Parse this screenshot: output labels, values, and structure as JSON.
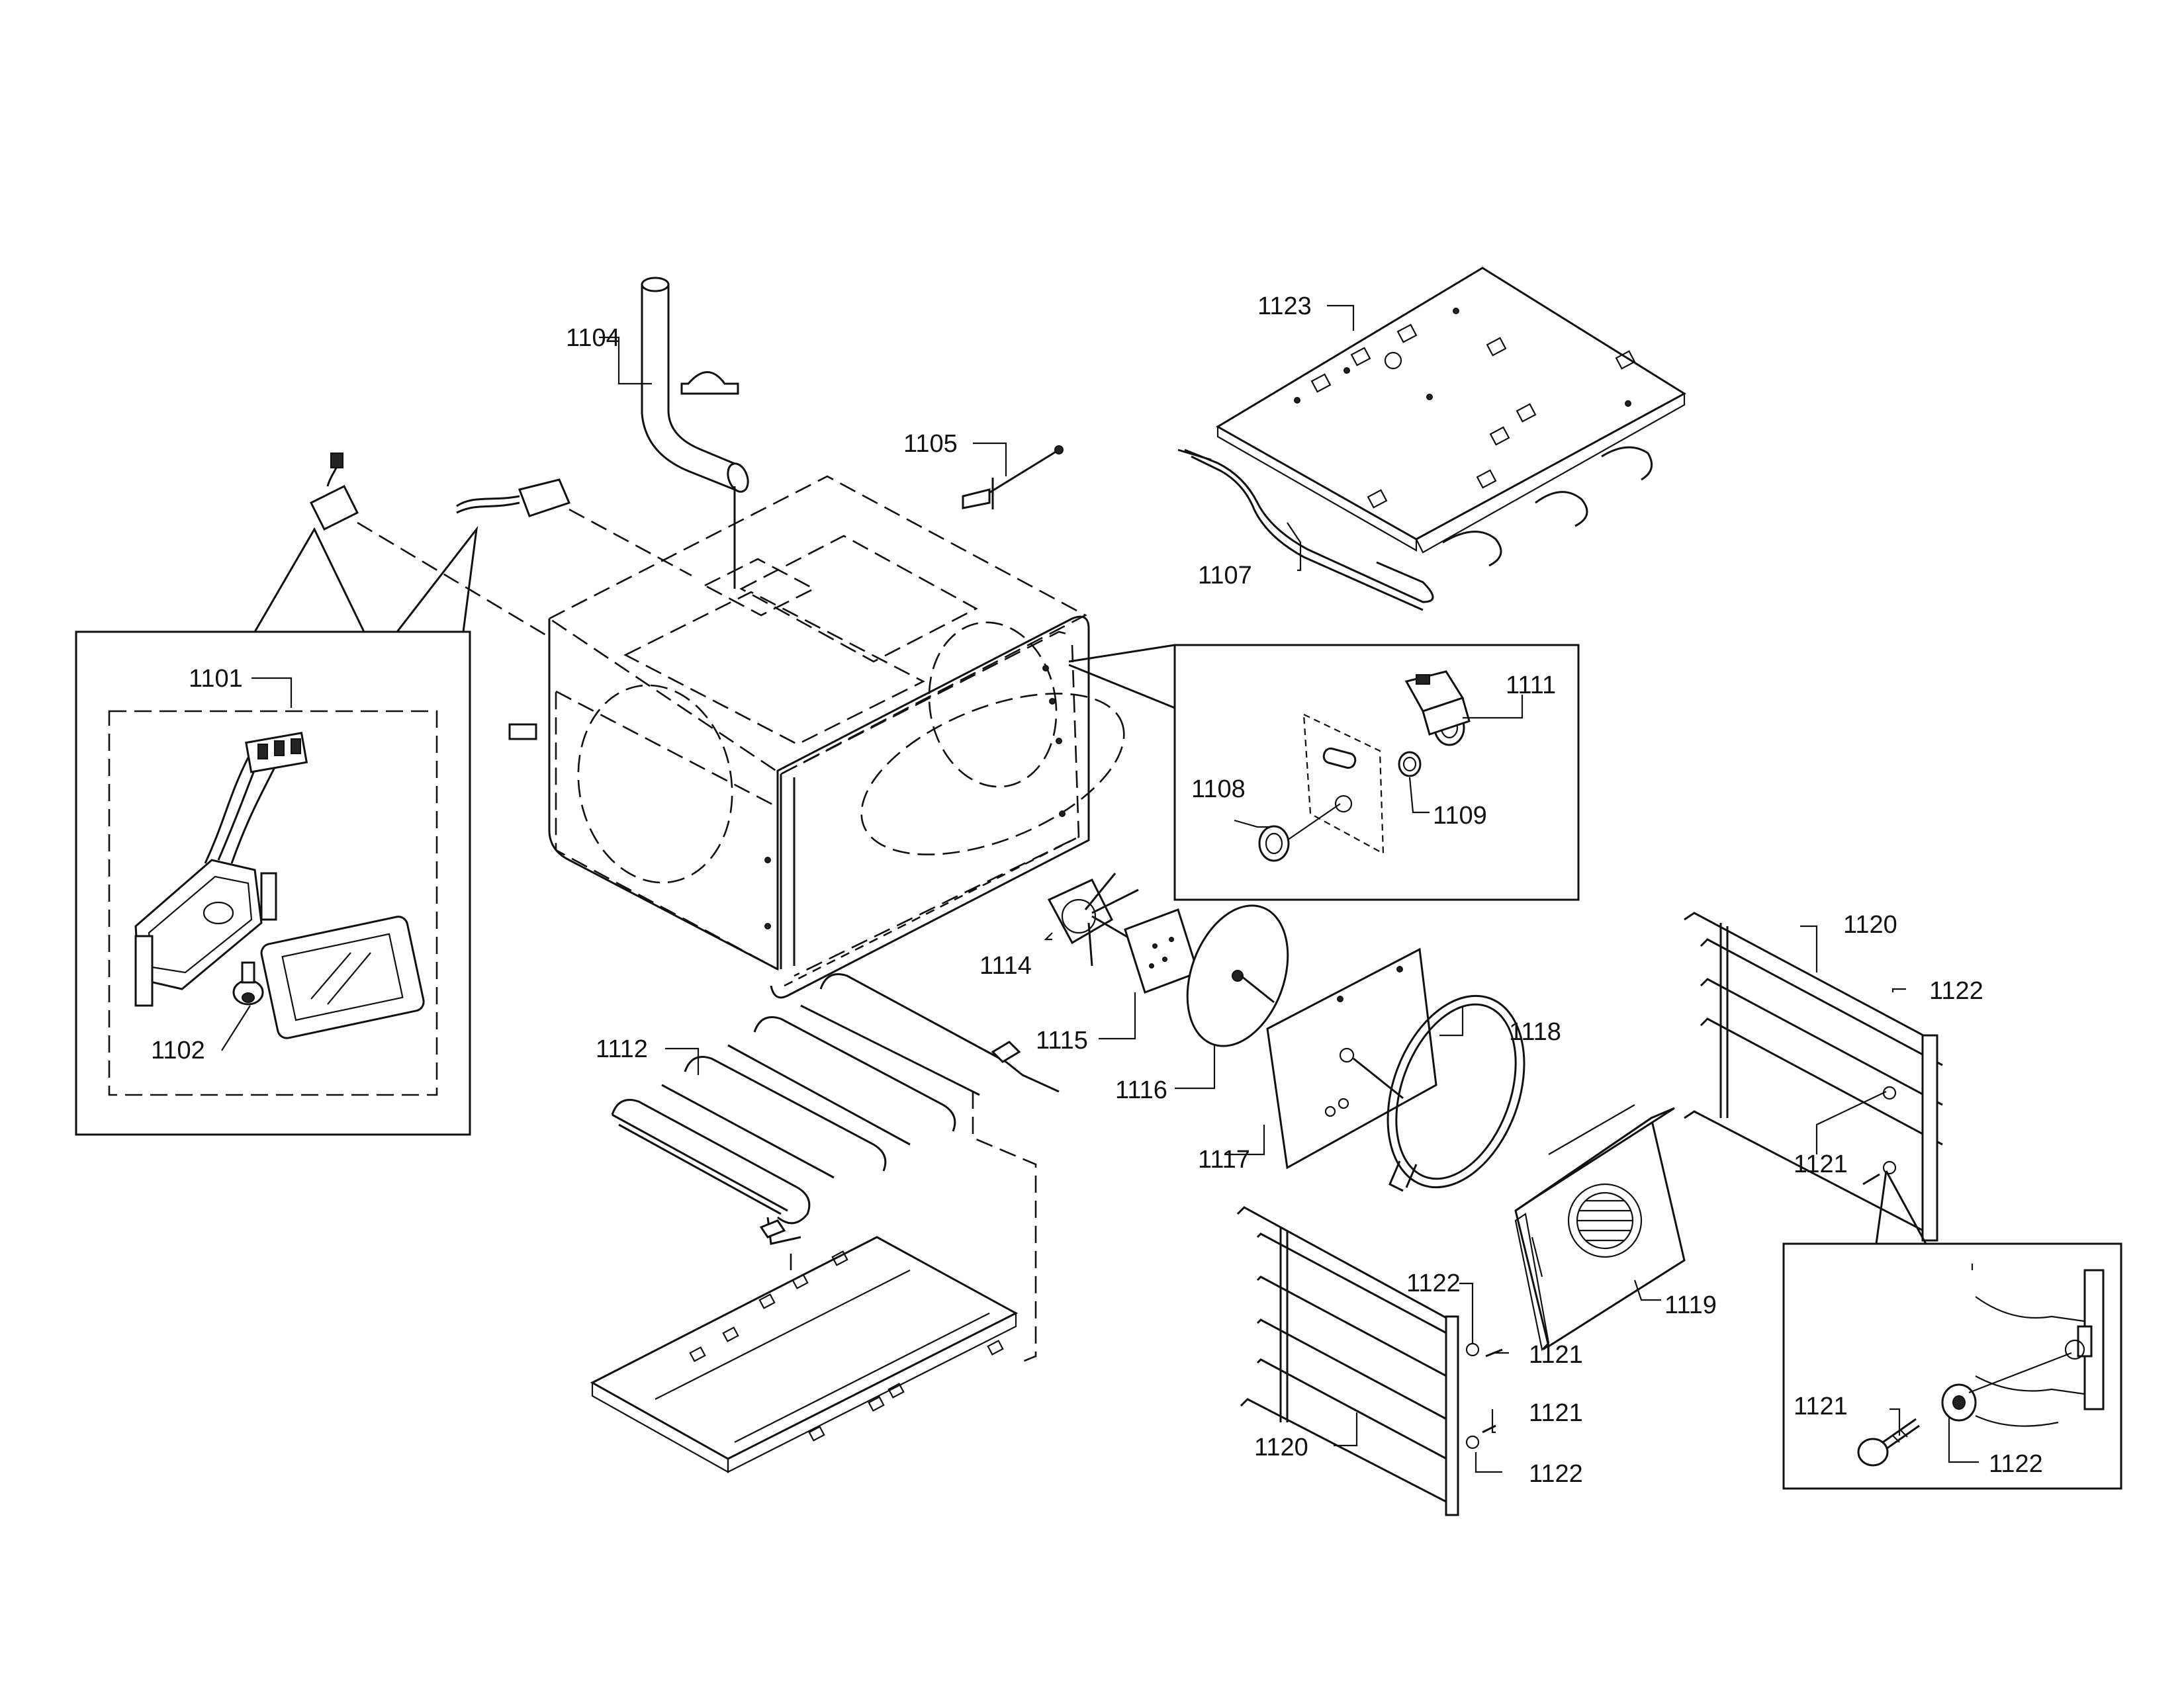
{
  "labels": {
    "l1101": "1101",
    "l1102": "1102",
    "l1104": "1104",
    "l1105": "1105",
    "l1107": "1107",
    "l1108": "1108",
    "l1109": "1109",
    "l1111": "1111",
    "l1112": "1112",
    "l1114": "1114",
    "l1115": "1115",
    "l1116": "1116",
    "l1117": "1117",
    "l1118": "1118",
    "l1119": "1119",
    "l1120a": "1120",
    "l1120b": "1120",
    "l1121a": "1121",
    "l1121b": "1121",
    "l1121c": "1121",
    "l1121d": "1121",
    "l1122a": "1122",
    "l1122b": "1122",
    "l1122c": "1122",
    "l1122d": "1122",
    "l1123": "1123"
  },
  "colors": {
    "line": "#111111",
    "background": "#ffffff"
  }
}
